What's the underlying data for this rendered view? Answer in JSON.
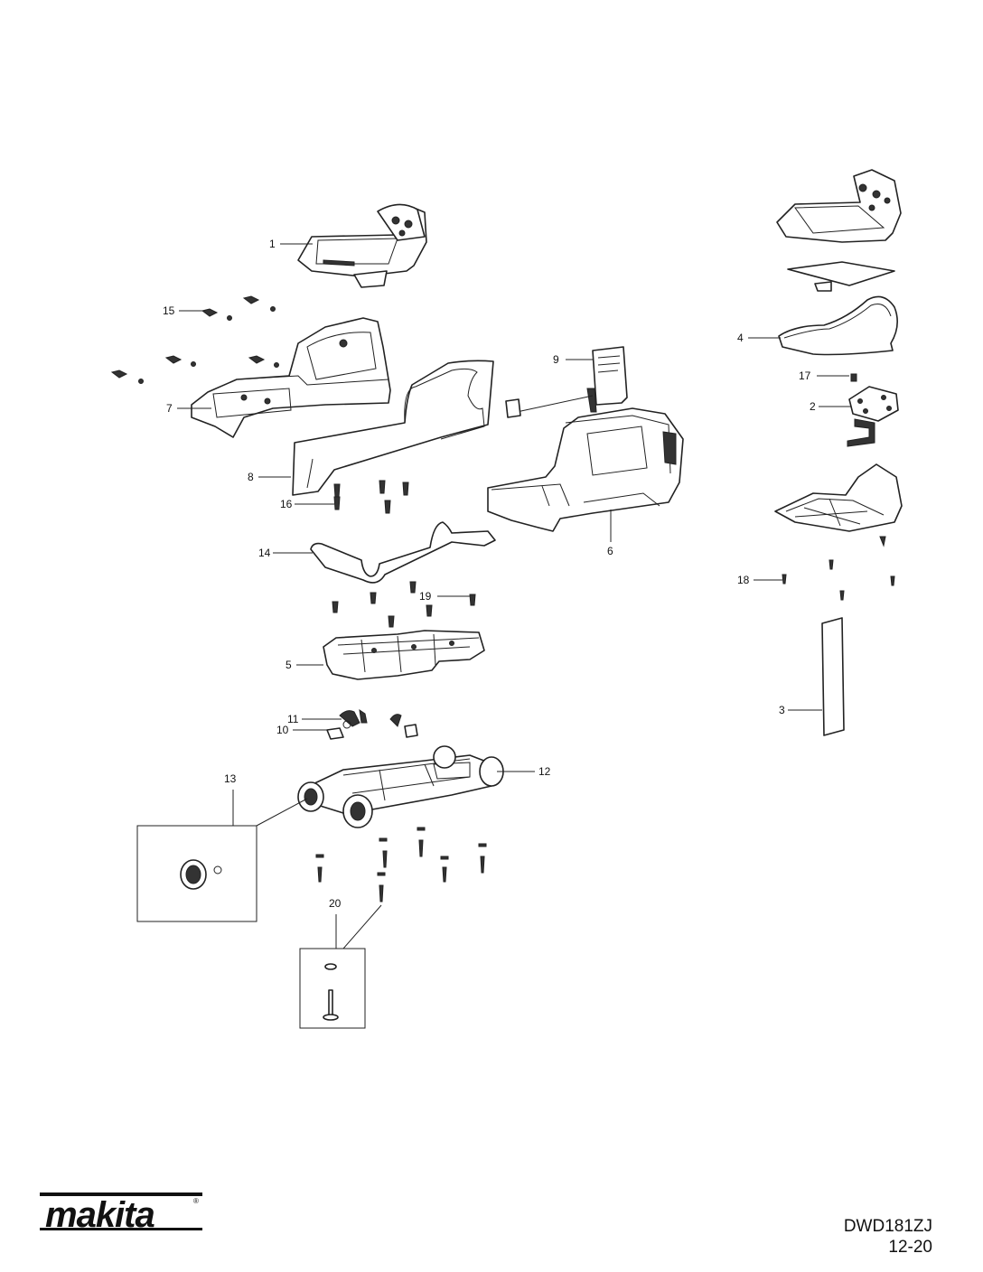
{
  "parts": [
    {
      "id": "1",
      "label": "1"
    },
    {
      "id": "2",
      "label": "2"
    },
    {
      "id": "3",
      "label": "3"
    },
    {
      "id": "4",
      "label": "4"
    },
    {
      "id": "5",
      "label": "5"
    },
    {
      "id": "6",
      "label": "6"
    },
    {
      "id": "7",
      "label": "7"
    },
    {
      "id": "8",
      "label": "8"
    },
    {
      "id": "9",
      "label": "9"
    },
    {
      "id": "10",
      "label": "10"
    },
    {
      "id": "11",
      "label": "11"
    },
    {
      "id": "12",
      "label": "12"
    },
    {
      "id": "13",
      "label": "13"
    },
    {
      "id": "14",
      "label": "14"
    },
    {
      "id": "15",
      "label": "15"
    },
    {
      "id": "16",
      "label": "16"
    },
    {
      "id": "17",
      "label": "17"
    },
    {
      "id": "18",
      "label": "18"
    },
    {
      "id": "19",
      "label": "19"
    },
    {
      "id": "20",
      "label": "20"
    }
  ],
  "footer": {
    "brand": "makita",
    "model": "DWD181ZJ",
    "revision": "12-20"
  }
}
